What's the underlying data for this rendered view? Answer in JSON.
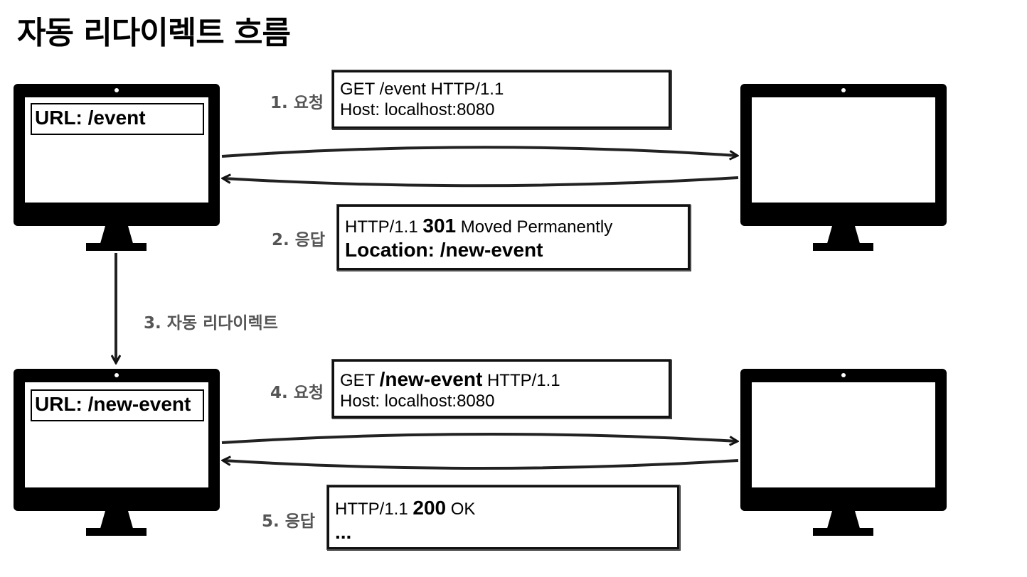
{
  "title": "자동 리다이렉트 흐름",
  "client_top": {
    "url_label": "URL: /event"
  },
  "client_bottom": {
    "url_label": "URL: /new-event"
  },
  "steps": {
    "s1": "1. 요청",
    "s2": "2. 응답",
    "s3": "3. 자동 리다이렉트",
    "s4": "4. 요청",
    "s5": "5. 응답"
  },
  "messages": {
    "req1": {
      "line1": "GET /event HTTP/1.1",
      "line2": "Host: localhost:8080"
    },
    "res1": {
      "proto": "HTTP/1.1",
      "code": "301",
      "reason": "Moved Permanently",
      "line2": "Location: /new-event"
    },
    "req2": {
      "method": "GET",
      "path": "/new-event",
      "proto": "HTTP/1.1",
      "line2": "Host: localhost:8080"
    },
    "res2": {
      "proto": "HTTP/1.1",
      "code": "200",
      "reason": "OK",
      "line2": "..."
    }
  },
  "icons": {
    "client_monitor": "monitor-icon",
    "server_monitor": "monitor-icon",
    "arrow": "arrow-icon"
  }
}
